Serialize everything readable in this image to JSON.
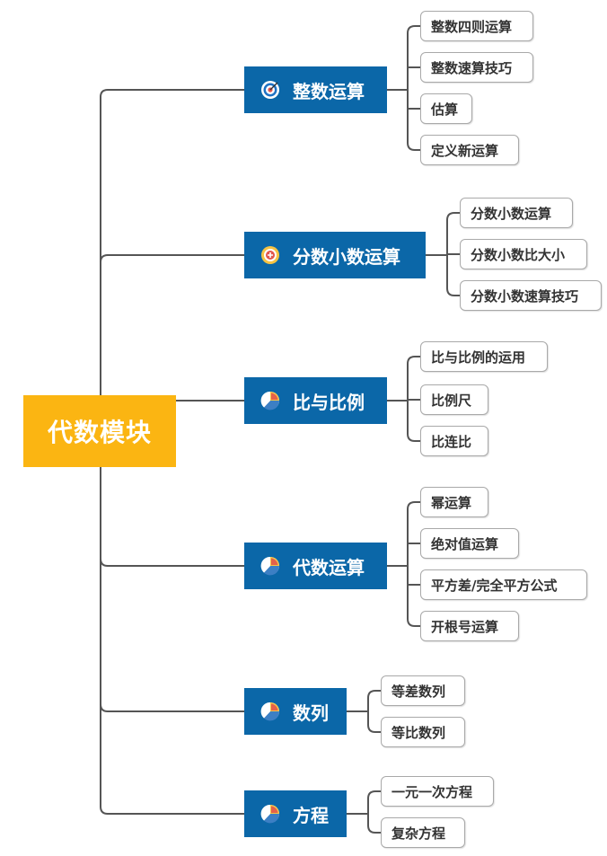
{
  "root": {
    "label": "代数模块"
  },
  "branches": [
    {
      "label": "整数运算",
      "icon": "target-icon",
      "children": [
        "整数四则运算",
        "整数速算技巧",
        "估算",
        "定义新运算"
      ]
    },
    {
      "label": "分数小数运算",
      "icon": "badge-icon",
      "children": [
        "分数小数运算",
        "分数小数比大小",
        "分数小数速算技巧"
      ]
    },
    {
      "label": "比与比例",
      "icon": "pie-chart-icon",
      "children": [
        "比与比例的运用",
        "比例尺",
        "比连比"
      ]
    },
    {
      "label": "代数运算",
      "icon": "pie-chart-icon",
      "children": [
        "幂运算",
        "绝对值运算",
        "平方差/完全平方公式",
        "开根号运算"
      ]
    },
    {
      "label": "数列",
      "icon": "pie-chart-icon",
      "children": [
        "等差数列",
        "等比数列"
      ]
    },
    {
      "label": "方程",
      "icon": "pie-chart-icon",
      "children": [
        "一元一次方程",
        "复杂方程"
      ]
    }
  ],
  "colors": {
    "root": "#fbb512",
    "branch": "#0b67a8",
    "connector": "#555555",
    "leaf_border": "#a9a9a9",
    "pie_blue": "#3c7fc4",
    "pie_yellow": "#f6c343",
    "pie_red": "#e2574c"
  }
}
